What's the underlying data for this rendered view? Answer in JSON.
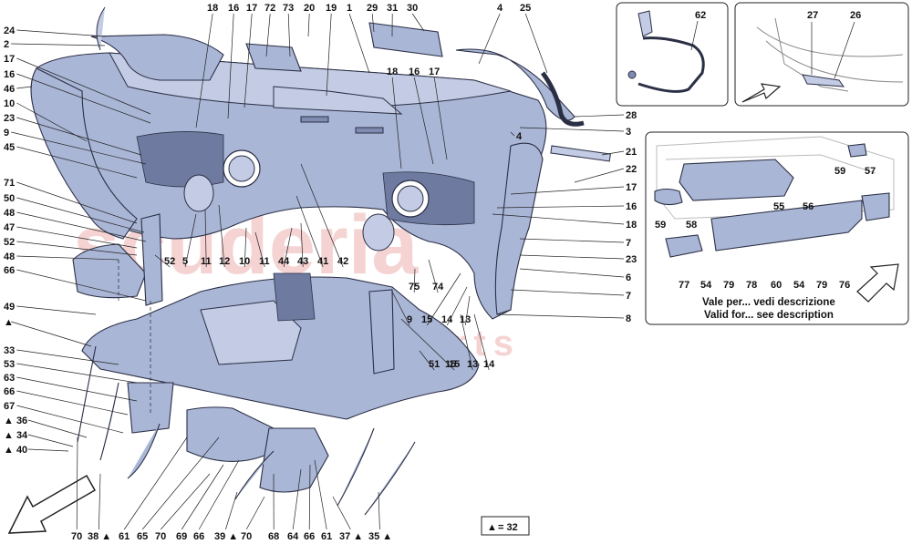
{
  "watermark": {
    "brand": "scuderia",
    "sub": "car parts"
  },
  "inset_note": {
    "line1": "Vale per... vedi descrizione",
    "line2": "Valid for... see description"
  },
  "legend": {
    "symbol": "▲",
    "text": "= 32"
  },
  "callouts": {
    "top_row": [
      "18",
      "16",
      "17",
      "72",
      "73",
      "20",
      "19",
      "1",
      "29",
      "31",
      "30",
      "4",
      "25"
    ],
    "left_col": [
      "24",
      "2",
      "17",
      "16",
      "46",
      "10",
      "23",
      "9",
      "45",
      "71",
      "50",
      "48",
      "47",
      "52",
      "48",
      "66",
      "49",
      "▲",
      "33",
      "53",
      "63",
      "66",
      "67",
      "▲ 36",
      "▲ 34",
      "▲ 40"
    ],
    "right_col": [
      "28",
      "3",
      "4",
      "21",
      "22",
      "17",
      "16",
      "18",
      "7",
      "23",
      "6",
      "7",
      "8"
    ],
    "middle": [
      "18",
      "16",
      "17",
      "5",
      "11",
      "12",
      "10",
      "11",
      "44",
      "43",
      "41",
      "42",
      "52",
      "75",
      "74",
      "15",
      "14",
      "13",
      "9",
      "15",
      "13",
      "14",
      "51",
      "15"
    ],
    "bottom_row": [
      "70",
      "38 ▲",
      "61",
      "65",
      "70",
      "69",
      "66",
      "39 ▲",
      "70",
      "68",
      "64",
      "66",
      "61",
      "37 ▲",
      "35 ▲"
    ],
    "inset_top_left": [
      "62"
    ],
    "inset_top_right": [
      "27",
      "26"
    ],
    "inset_bottom": [
      "59",
      "57",
      "55",
      "56",
      "59",
      "58",
      "77",
      "54",
      "79",
      "78",
      "60",
      "54",
      "79",
      "76"
    ]
  }
}
